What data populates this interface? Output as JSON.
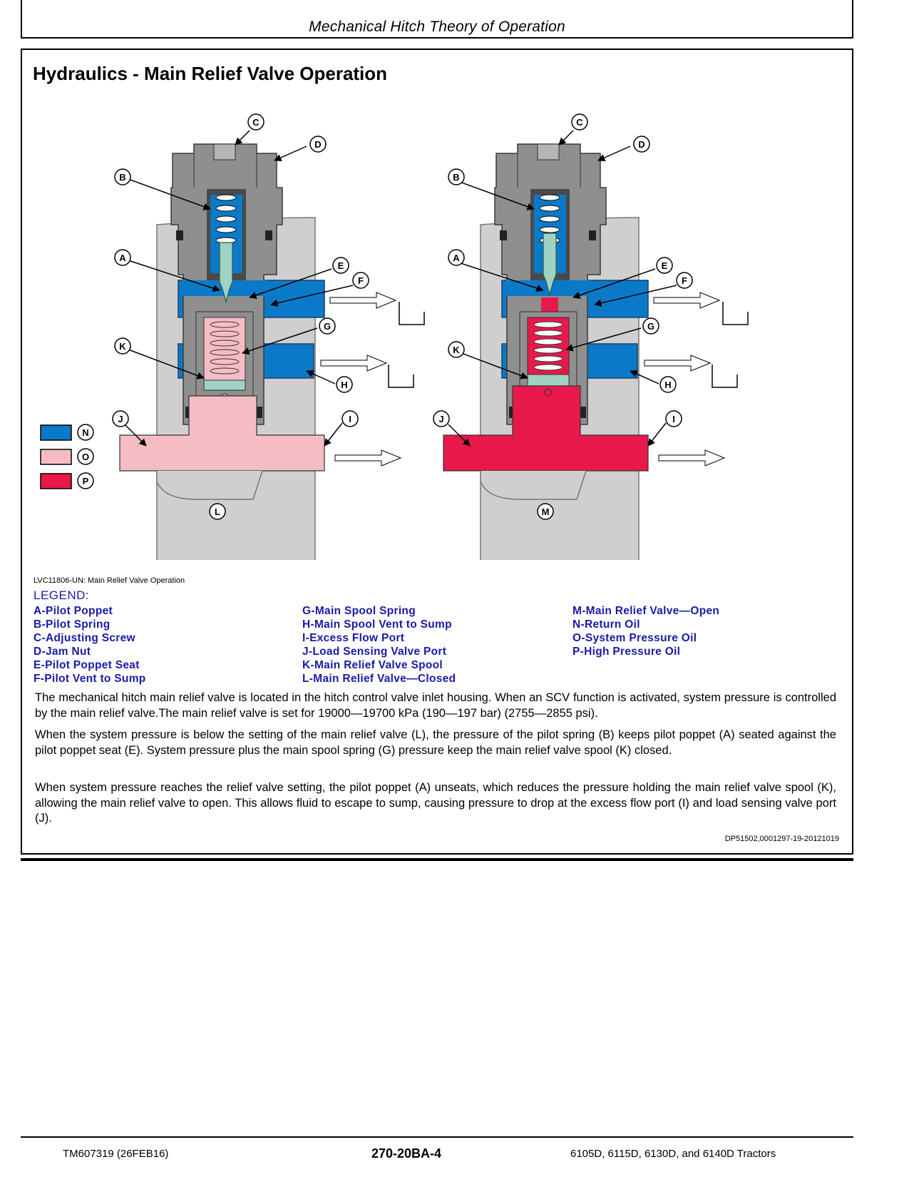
{
  "header": {
    "title": "Mechanical Hitch Theory of Operation"
  },
  "section": {
    "title": "Hydraulics - Main Relief Valve Operation"
  },
  "figure": {
    "callouts": [
      "A",
      "B",
      "C",
      "D",
      "E",
      "F",
      "G",
      "H",
      "I",
      "J",
      "K",
      "L",
      "M",
      "N",
      "O",
      "P"
    ],
    "colors": {
      "return_oil": "#0a7ac8",
      "system_pressure_oil": "#f6bcc4",
      "high_pressure_oil": "#e8194a",
      "housing": "#cfcfcf",
      "body": "#8f8f8f",
      "pilot_poppet": "#9fd2c2"
    },
    "caption": "LVC11806-UN: Main Relief Valve Operation"
  },
  "legend": {
    "title": "LEGEND:",
    "col1": [
      "A-Pilot Poppet",
      "B-Pilot Spring",
      "C-Adjusting Screw",
      "D-Jam Nut",
      "E-Pilot Poppet Seat",
      "F-Pilot Vent to Sump"
    ],
    "col2": [
      "G-Main Spool Spring",
      "H-Main Spool Vent to Sump",
      "I-Excess Flow Port",
      "J-Load Sensing Valve Port",
      "K-Main Relief Valve Spool",
      "L-Main Relief Valve—Closed"
    ],
    "col3": [
      "M-Main Relief Valve—Open",
      "N-Return Oil",
      "O-System Pressure Oil",
      "P-High Pressure Oil"
    ]
  },
  "paragraphs": [
    "The mechanical hitch main relief valve is located in the hitch control valve inlet housing. When an SCV function is activated, system pressure is controlled by the main relief valve.The main relief valve is set for 19000—19700 kPa (190—197 bar) (2755—2855 psi).",
    "When the system pressure is below the setting of the main relief valve (L), the pressure of the pilot spring (B) keeps pilot poppet (A) seated against the pilot poppet seat (E). System pressure plus the main spool spring (G) pressure keep the main relief valve spool (K) closed.",
    "When system pressure reaches the relief valve setting, the pilot poppet (A) unseats, which reduces the pressure holding the main relief valve spool (K), allowing the main relief valve to open. This allows fluid to escape to sump, causing pressure to drop at the excess flow port (I) and load sensing valve port (J)."
  ],
  "doc_ref": "DP51502,0001297-19-20121019",
  "footer": {
    "left": "TM607319 (26FEB16)",
    "center": "270-20BA-4",
    "right": "6105D, 6115D, 6130D, and 6140D Tractors"
  }
}
